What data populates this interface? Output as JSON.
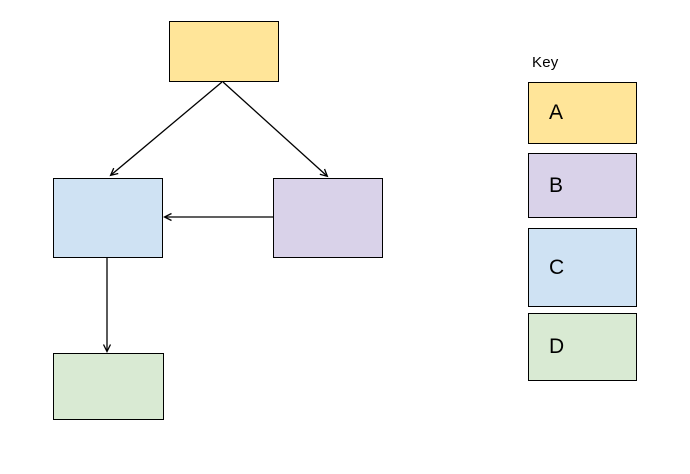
{
  "canvas": {
    "background": "#ffffff",
    "stroke_color": "#000000",
    "text_color": "#000000"
  },
  "diagram": {
    "nodes": [
      {
        "id": "A",
        "color": "#ffe599",
        "position": "top"
      },
      {
        "id": "B",
        "color": "#d9d2e9",
        "position": "middle-right"
      },
      {
        "id": "C",
        "color": "#cfe2f3",
        "position": "middle-left"
      },
      {
        "id": "D",
        "color": "#d9ead3",
        "position": "bottom-left"
      }
    ],
    "edges": [
      {
        "from": "A",
        "to": "C"
      },
      {
        "from": "A",
        "to": "B"
      },
      {
        "from": "B",
        "to": "C"
      },
      {
        "from": "C",
        "to": "D"
      }
    ]
  },
  "key": {
    "title": "Key",
    "items": [
      {
        "label": "A",
        "color": "#ffe599"
      },
      {
        "label": "B",
        "color": "#d9d2e9"
      },
      {
        "label": "C",
        "color": "#cfe2f3"
      },
      {
        "label": "D",
        "color": "#d9ead3"
      }
    ]
  }
}
